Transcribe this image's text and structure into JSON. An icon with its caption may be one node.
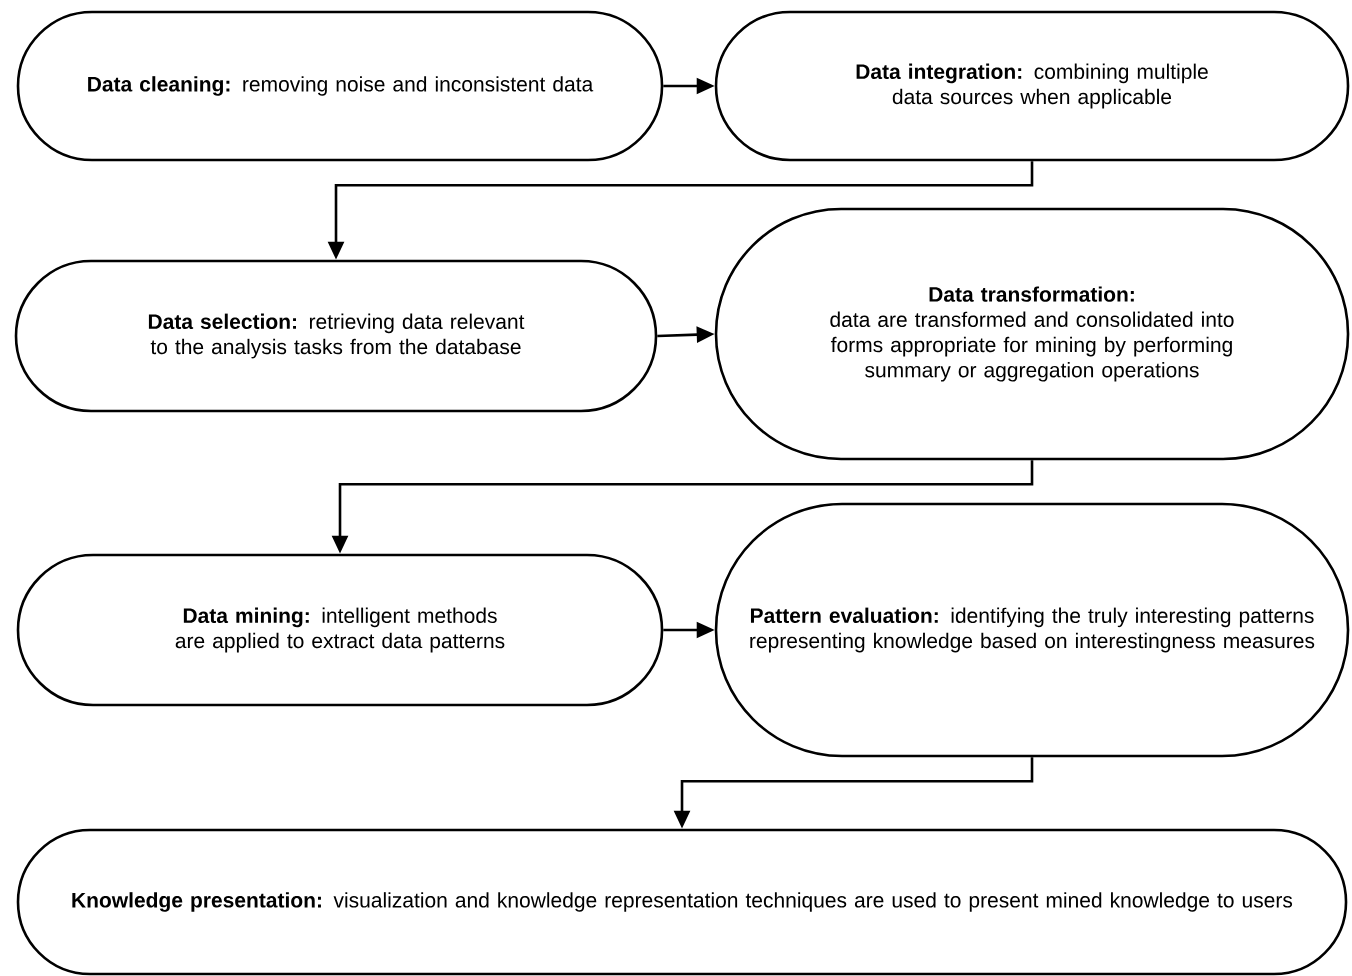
{
  "diagram": {
    "nodes": [
      {
        "text": [
          "**Data cleaning:** removing noise and inconsistent data"
        ]
      },
      {
        "text": [
          "**Data integration:** combining multiple data sources when applicable"
        ]
      },
      {
        "text": [
          "**Data selection:** retrieving data relevant to the analysis tasks from the database"
        ]
      },
      {
        "text": [
          "Data transformation:",
          "data are transformed and consolidated into forms appropriate for mining by performing summary or aggregation operations"
        ]
      },
      {
        "text": [
          "**Data mining:** intelligent methods are applied to extract data patterns"
        ]
      },
      {
        "text": [
          "**Pattern evaluation:** identifying the truly interesting patterns representing knowledge based on interestingness measures"
        ]
      },
      {
        "text": [
          "**Knowledge presentation:** visualization and knowledge representation techniques are used to present mined knowledge to users"
        ]
      }
    ],
    "edges": [
      {
        "from": 0,
        "to": 1,
        "arrow": "to"
      },
      {
        "from": 1,
        "to": 2,
        "arrow": "to"
      },
      {
        "from": 2,
        "to": 3,
        "arrow": "to"
      },
      {
        "from": 3,
        "to": 4,
        "arrow": "to"
      },
      {
        "from": 4,
        "to": 5,
        "arrow": "to"
      },
      {
        "from": 5,
        "to": 6,
        "arrow": "to"
      }
    ]
  }
}
